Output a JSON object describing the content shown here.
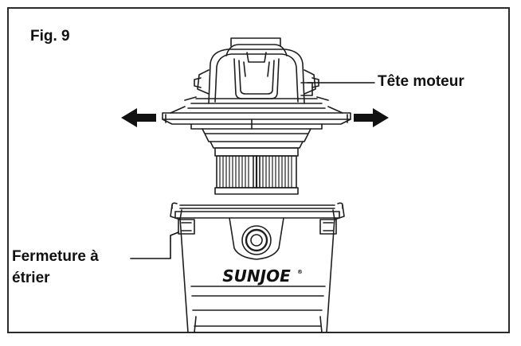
{
  "figure": {
    "label": "Fig. 9",
    "callouts": {
      "motor_head": "Tête moteur",
      "latch_line1": "Fermeture à",
      "latch_line2": "étrier"
    },
    "brand": "SUNJOE",
    "brand_mark": "®"
  }
}
